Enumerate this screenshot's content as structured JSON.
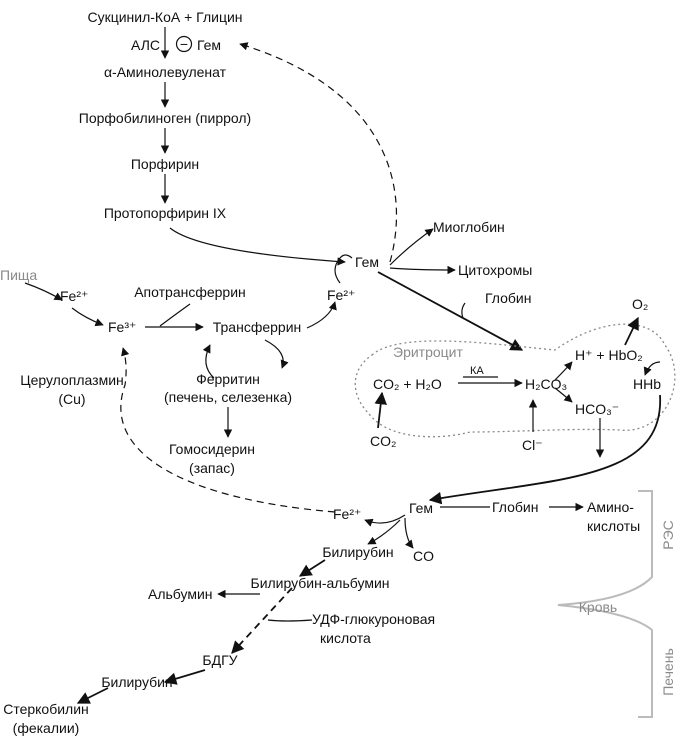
{
  "synthesis": {
    "substrates": "Сукцинил-КоА + Глицин",
    "enzyme": "АЛС",
    "inhibitor_sign": "−",
    "inhibitor": "Гем",
    "ala": "α-Аминолевуленат",
    "porphobilinogen": "Порфобилиноген (пиррол)",
    "porphyrin": "Порфирин",
    "protoporphyrin": "Протопорфирин IX"
  },
  "heme_hub": {
    "heme": "Гем",
    "myoglobin": "Миоглобин",
    "cytochromes": "Цитохромы",
    "globin": "Глобин"
  },
  "iron": {
    "food": "Пища",
    "fe2_food": "Fe²⁺",
    "fe3": "Fe³⁺",
    "apotransferrin": "Апотрансферрин",
    "transferrin": "Трансферрин",
    "fe2_heme": "Fe²⁺",
    "ceruloplasmin": "Церулоплазмин",
    "cu": "(Cu)",
    "ferritin": "Ферритин",
    "ferritin_loc": "(печень, селезенка)",
    "hemosiderin": "Гомосидерин",
    "storage": "(запас)"
  },
  "erythrocyte": {
    "title": "Эритроцит",
    "co2_h2o": "CO₂ + H₂O",
    "enzyme": "КА",
    "h2co3": "H₂CO₃",
    "h_hbo2": "H⁺ + HbO₂",
    "hco3": "HCO₃⁻",
    "hhb": "HHb",
    "o2": "O₂",
    "co2_in": "CO₂",
    "cl": "Cl⁻"
  },
  "degradation": {
    "heme": "Гем",
    "fe2": "Fe²⁺",
    "globin": "Глобин",
    "amino_1": "Амино-",
    "amino_2": "кислоты",
    "co": "CO",
    "bilirubin": "Билирубин",
    "bil_albumin": "Билирубин-альбумин",
    "albumin": "Альбумин",
    "udp_1": "УДФ-глюкуроновая",
    "udp_2": "кислота",
    "bdgu": "БДГУ",
    "bilirubin2": "Билирубин",
    "sterco_1": "Стеркобилин",
    "sterco_2": "(фекалии)"
  },
  "compartments": {
    "res": "РЭС",
    "blood": "Кровь",
    "liver": "Печень"
  }
}
